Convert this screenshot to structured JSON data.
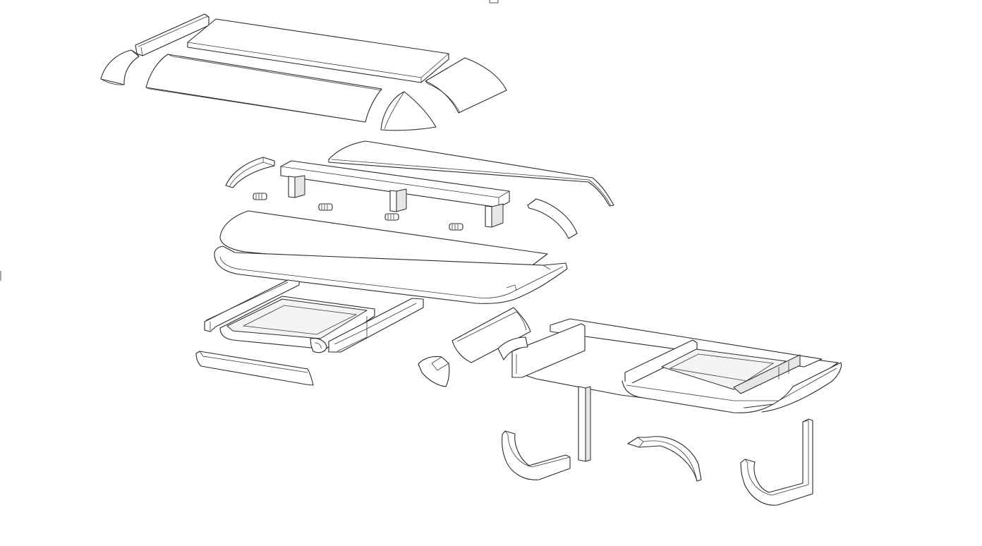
{
  "drawing": {
    "kind": "exploded assembly line drawing",
    "background_color": "#ffffff",
    "line_color": "#2a2a2a",
    "parts": [
      "top-left-end-cap",
      "top-left-slat",
      "top-flat-panel",
      "top-long-curved-panel",
      "top-quarter-round-corner",
      "top-right-curved-panel",
      "mid-small-curved-piece",
      "mid-shelf-with-legs",
      "mid-long-back-panel",
      "mid-right-curved-piece",
      "connector-clips",
      "desk-top-sheet",
      "desk-top-frame",
      "left-drawer-with-slides",
      "left-drawer-front",
      "corner-block",
      "right-curved-trough",
      "right-base-frame",
      "support-post",
      "left-l-bracket",
      "center-arc-piece",
      "right-l-bracket"
    ]
  }
}
